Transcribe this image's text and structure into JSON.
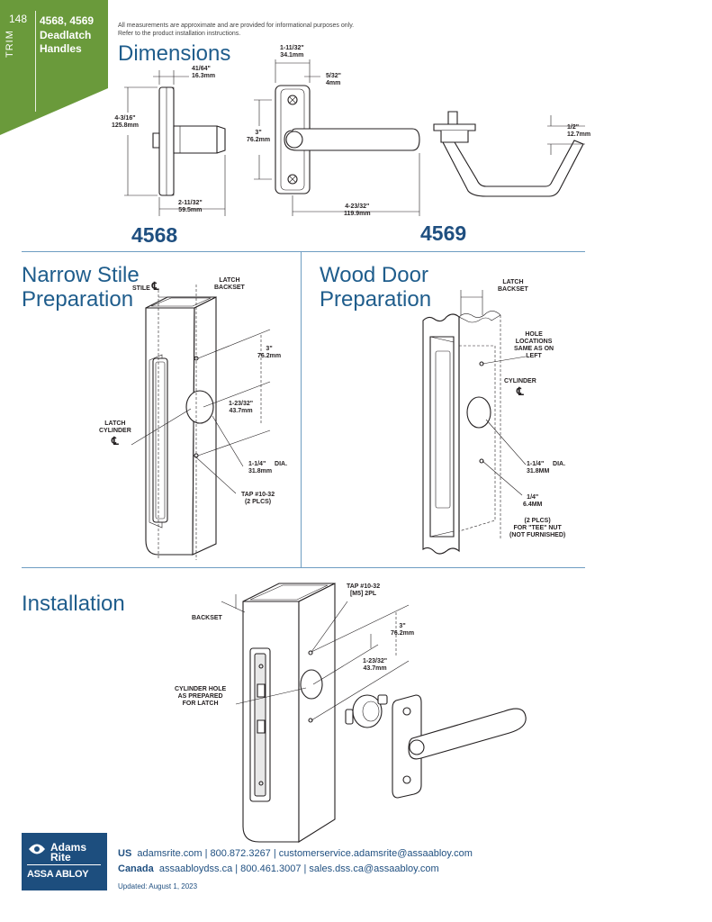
{
  "tab": {
    "page_number": "148",
    "section": "TRIM",
    "models": "4568, 4569",
    "product": "Deadlatch Handles",
    "color": "#6a9a3b"
  },
  "disclaimer": {
    "line1": "All measurements are approximate and are provided for informational purposes only.",
    "line2": "Refer to the product installation instructions."
  },
  "dimensions": {
    "title": "Dimensions",
    "m4568": {
      "label": "4568",
      "width_41_64": "41/64\"",
      "width_41_64_mm": "16.3mm",
      "height_4_3_16": "4-3/16\"",
      "height_4_3_16_mm": "125.8mm",
      "proj_2_11_32": "2-11/32\"",
      "proj_2_11_32_mm": "59.5mm"
    },
    "m4569": {
      "label": "4569",
      "w_1_11_32": "1-11/32\"",
      "w_1_11_32_mm": "34.1mm",
      "w_5_32": "5/32\"",
      "w_5_32_mm": "4mm",
      "h_3": "3\"",
      "h_3_mm": "76.2mm",
      "l_4_23_32": "4-23/32\"",
      "l_4_23_32_mm": "119.9mm",
      "r_1_2": "1/2\"",
      "r_1_2_mm": "12.7mm"
    }
  },
  "narrow_stile": {
    "title_line1": "Narrow Stile",
    "title_line2": "Preparation",
    "stile_cl": "STILE",
    "latch_backset_1": "LATCH",
    "latch_backset_2": "BACKSET",
    "d3": "3\"",
    "d3_mm": "76.2mm",
    "d1_23_32": "1-23/32\"",
    "d1_23_32_mm": "43.7mm",
    "latch_cyl_1": "LATCH",
    "latch_cyl_2": "CYLINDER",
    "dia": "1-1/4\"",
    "dia_mm": "31.8mm",
    "dia_label": "DIA.",
    "tap_1": "TAP #10-32",
    "tap_2": "(2 PLCS)",
    "cl": "℄"
  },
  "wood_door": {
    "title_line1": "Wood Door",
    "title_line2": "Preparation",
    "latch_backset_1": "LATCH",
    "latch_backset_2": "BACKSET",
    "hole_1": "HOLE",
    "hole_2": "LOCATIONS",
    "hole_3": "SAME AS ON",
    "hole_4": "LEFT",
    "cylinder": "CYLINDER",
    "dia": "1-1/4\"",
    "dia_mm": "31.8MM",
    "dia_label": "DIA.",
    "q": "1/4\"",
    "q_mm": "6.4MM",
    "tee_1": "(2 PLCS)",
    "tee_2": "FOR \"TEE\" NUT",
    "tee_3": "(NOT FURNISHED)",
    "cl": "℄"
  },
  "installation": {
    "title": "Installation",
    "backset": "BACKSET",
    "tap_1": "TAP #10-32",
    "tap_2": "[M5] 2PL",
    "d3": "3\"",
    "d3_mm": "76.2mm",
    "d1_23_32": "1-23/32\"",
    "d1_23_32_mm": "43.7mm",
    "cyl_1": "CYLINDER HOLE",
    "cyl_2": "AS PREPARED",
    "cyl_3": "FOR LATCH"
  },
  "footer": {
    "brand_1": "Adams",
    "brand_2": "Rite",
    "parent": "ASSA ABLOY",
    "us_label": "US",
    "us_contact": "adamsrite.com | 800.872.3267 | customerservice.adamsrite@assaabloy.com",
    "ca_label": "Canada",
    "ca_contact": "assaabloydss.ca | 800.461.3007 | sales.dss.ca@assaabloy.com",
    "updated": "Updated: August 1, 2023",
    "brand_color": "#1d4e7e"
  }
}
